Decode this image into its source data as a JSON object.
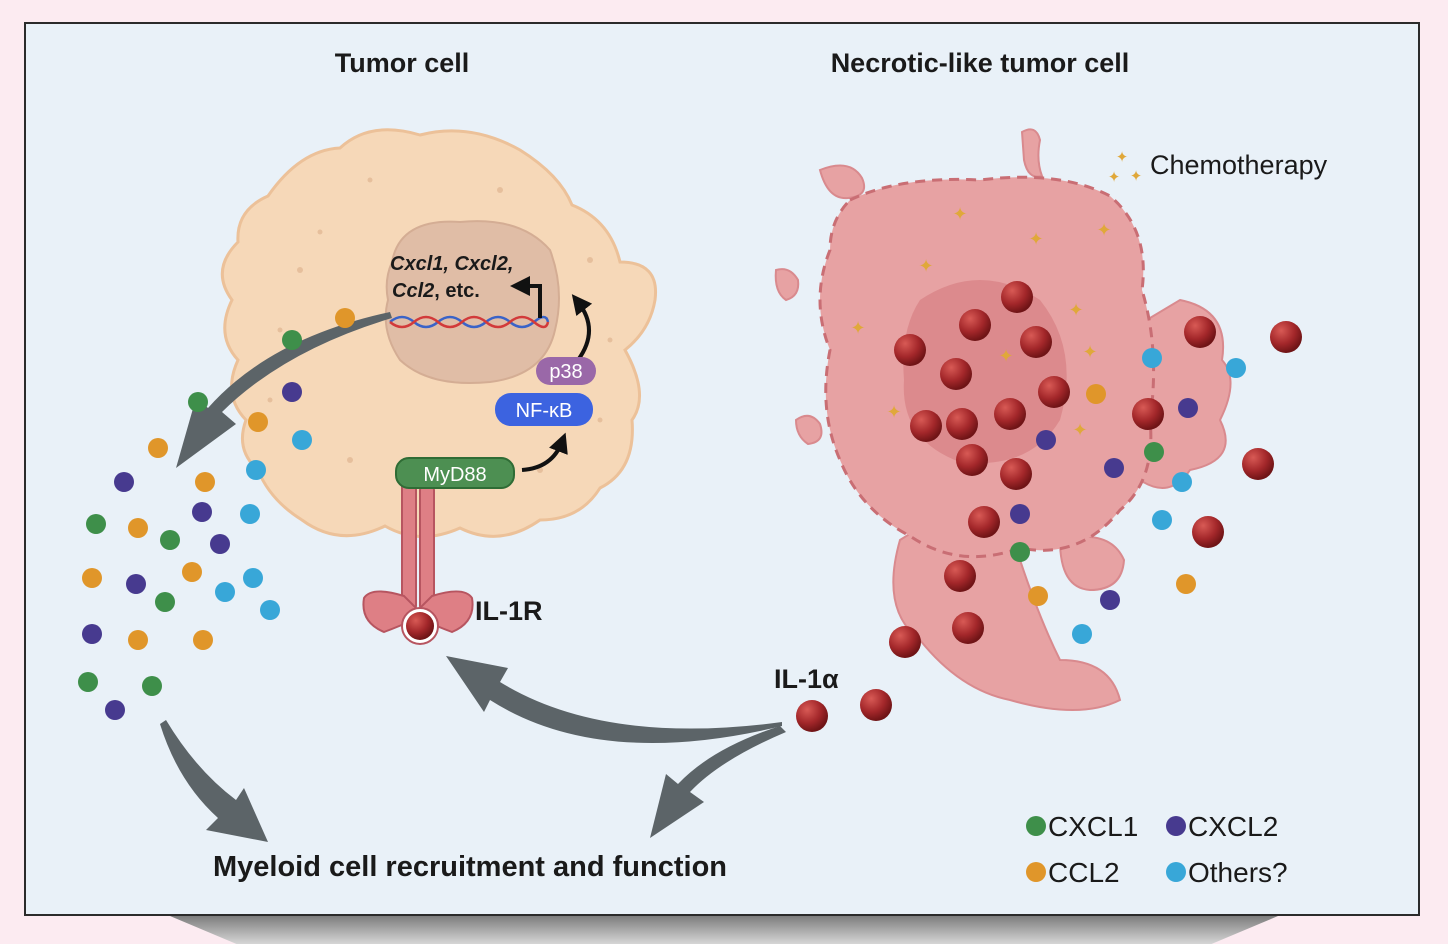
{
  "left_cell": {
    "title": "Tumor cell",
    "gene_line1": "Cxcl1, Cxcl2,",
    "gene_line2_italic": "Ccl2",
    "gene_line2_rest": ", etc.",
    "p38_label": "p38",
    "nfkb_label": "NF-κB",
    "myd88_label": "MyD88",
    "receptor_label": "IL-1R"
  },
  "right_cell": {
    "title": "Necrotic-like tumor cell",
    "chemo_label": "Chemotherapy",
    "ligand_label": "IL-1α"
  },
  "bottom_label": "Myeloid cell recruitment and function",
  "legend": [
    {
      "label": "CXCL1",
      "color": "#3e8f4a"
    },
    {
      "label": "CXCL2",
      "color": "#473a8f"
    },
    {
      "label": "CCL2",
      "color": "#e0962a"
    },
    {
      "label": "Others?",
      "color": "#38a7d8"
    }
  ],
  "colors": {
    "cell_fill": "#f6d8b8",
    "nucleus_fill": "#e0bda6",
    "necrotic_fill": "#e7a2a3",
    "il1a": "#a3272a",
    "arrow": "#5c6468",
    "p38": "#9a68a8",
    "nfkb": "#3c63e0",
    "myd88": "#4d8f52",
    "receptor": "#de7f85"
  }
}
